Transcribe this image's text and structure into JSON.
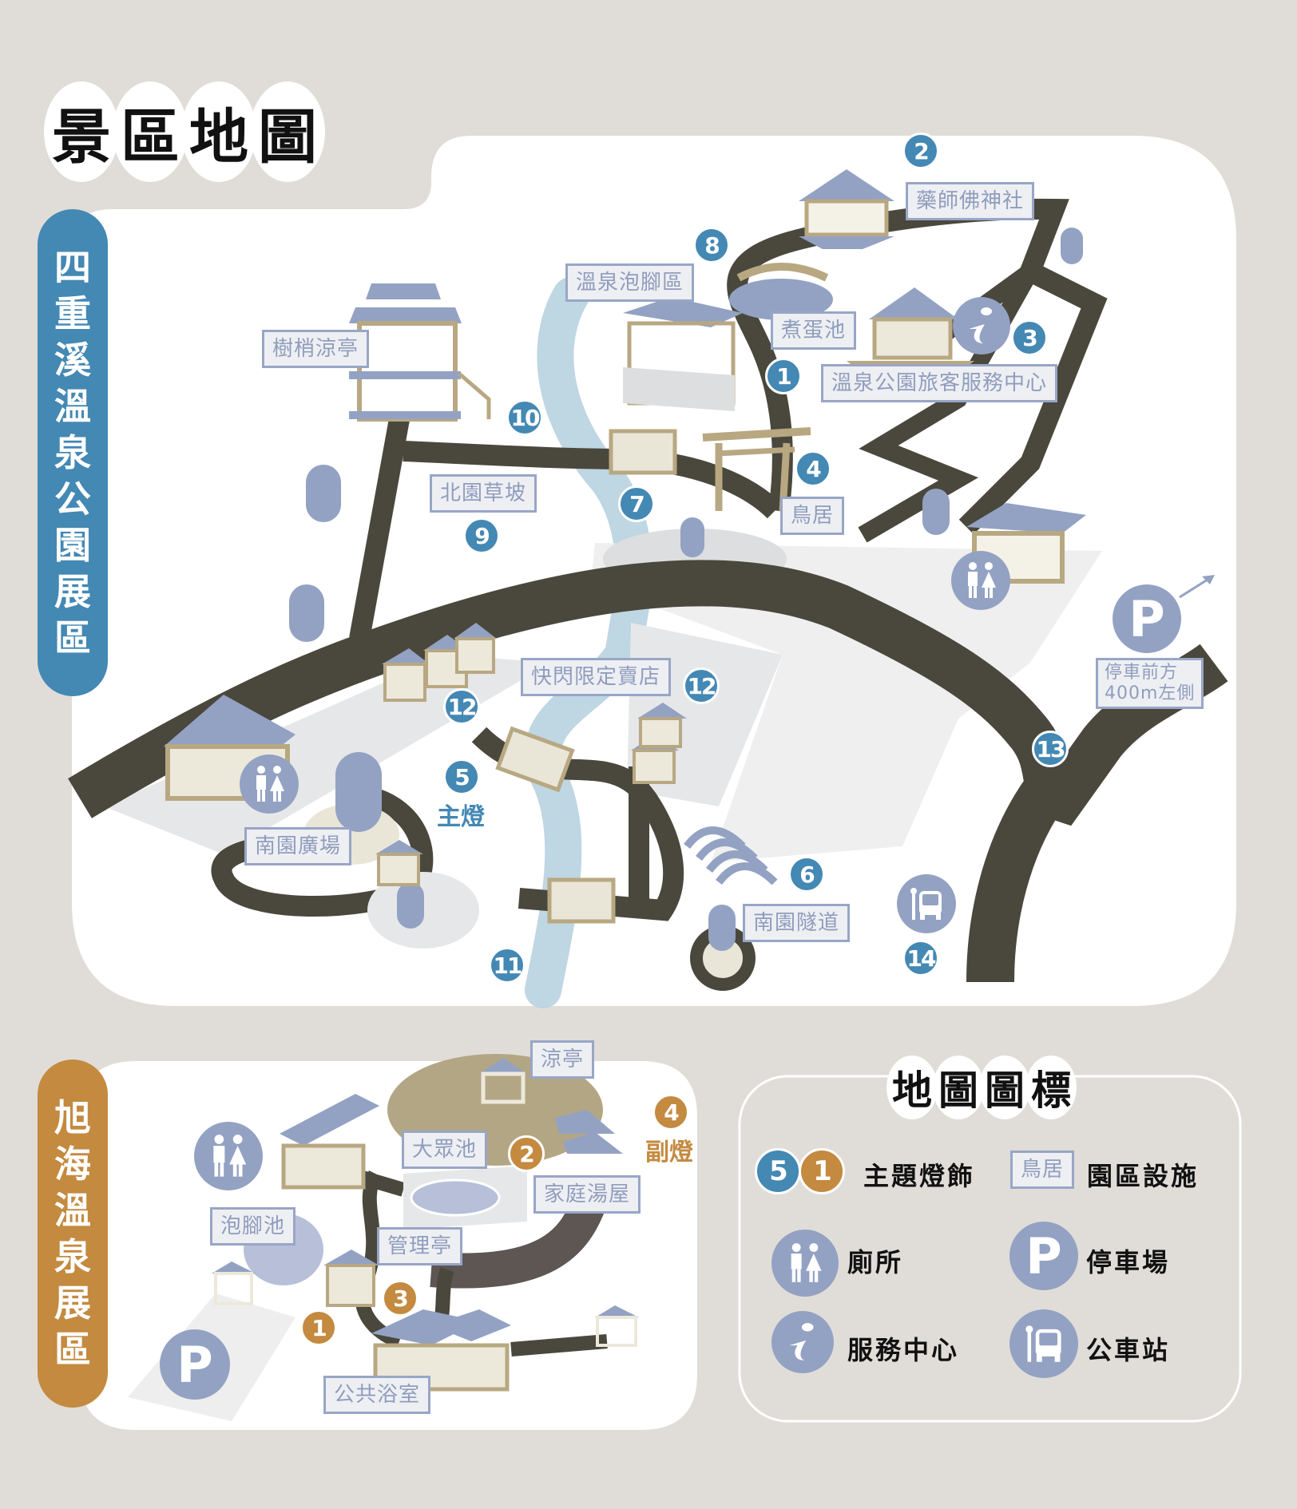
{
  "title": "景區地圖",
  "title_chars": [
    "景",
    "區",
    "地",
    "圖"
  ],
  "colors": {
    "background": "#e0ddd8",
    "map_fill": "#ffffff",
    "road": "#4a473c",
    "river": "#bcd4e2",
    "plaza": "#e6e7e9",
    "facility_blue": "#93a2c3",
    "wood": "#b8a882",
    "badge_blue": "#4488b4",
    "badge_orange": "#c48a40",
    "label_border": "#98a6c6",
    "label_text": "#8f9dbd"
  },
  "zones": {
    "sichongxi": {
      "name": "四重溪溫泉公園展區",
      "chars": [
        "四",
        "重",
        "溪",
        "溫",
        "泉",
        "公",
        "園",
        "展",
        "區"
      ],
      "color": "#4488b4",
      "labels": {
        "yaoshi": "藥師佛神社",
        "zhudan": "煮蛋池",
        "service_center": "溫泉公園旅客服務中心",
        "footbath": "溫泉泡腳區",
        "treetop": "樹梢涼亭",
        "north_lawn": "北園草坡",
        "torii": "鳥居",
        "popup": "快閃限定賣店",
        "south_plaza": "南園廣場",
        "south_tunnel": "南園隧道",
        "parking_line1": "停車前方",
        "parking_line2": "400m左側"
      },
      "markers": {
        "m1": "1",
        "m2": "2",
        "m3": "3",
        "m4": "4",
        "m5": "5",
        "m6": "6",
        "m7": "7",
        "m8": "8",
        "m9": "9",
        "m10": "10",
        "m11": "11",
        "m12a": "12",
        "m12b": "12",
        "m13": "13",
        "m14": "14"
      },
      "main_light": "主燈"
    },
    "xuhai": {
      "name": "旭海溫泉展區",
      "chars": [
        "旭",
        "海",
        "溫",
        "泉",
        "展",
        "區"
      ],
      "color": "#c48a40",
      "labels": {
        "pavilion": "涼亭",
        "public_pool": "大眾池",
        "family": "家庭湯屋",
        "footpool": "泡腳池",
        "mgmt": "管理亭",
        "bath": "公共浴室"
      },
      "markers": {
        "m1": "1",
        "m2": "2",
        "m3": "3",
        "m4": "4"
      },
      "sub_light": "副燈"
    }
  },
  "legend": {
    "title": "地圖圖標",
    "title_chars": [
      "地",
      "圖",
      "圖",
      "標"
    ],
    "items": {
      "theme_light": {
        "badge_blue": "5",
        "badge_orange": "1",
        "label": "主題燈飾"
      },
      "facility": {
        "sample": "鳥居",
        "label": "園區設施"
      },
      "toilet": {
        "icon": "toilet-icon",
        "label": "廁所"
      },
      "parking": {
        "icon": "parking-icon",
        "glyph": "P",
        "label": "停車場"
      },
      "service": {
        "icon": "info-icon",
        "label": "服務中心"
      },
      "bus": {
        "icon": "bus-stop-icon",
        "label": "公車站"
      }
    }
  },
  "icons": {
    "parking_glyph": "P"
  }
}
